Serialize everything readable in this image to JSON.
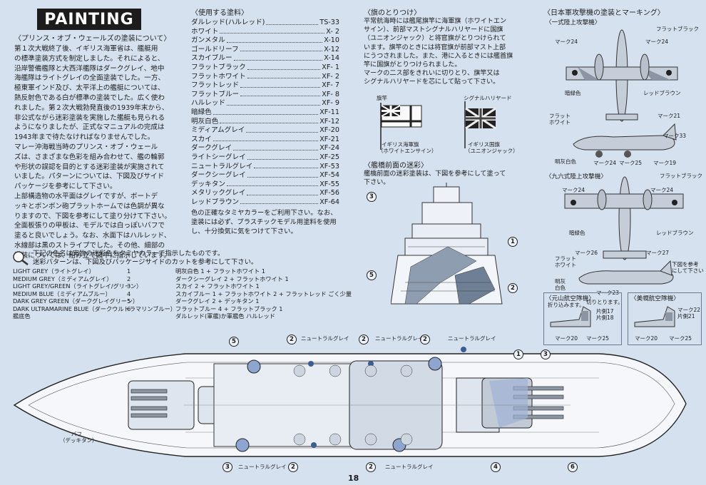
{
  "title": "PAINTING",
  "intro": {
    "heading": "〈プリンス・オブ・ウェールズの塗装について〉",
    "lines": [
      "第１次大戦終了後、イギリス海軍省は、艦艇用",
      "の標準塗装方式を制定しました。それによると、",
      "沿岸警備艦隊と大西洋艦隊はダークグレイ、地中",
      "海艦隊はライトグレイの全面塗装でした。一方、",
      "極東軍インド及び、太平洋上の艦艇については、",
      "熱反射色である白が標準の塗装でした。広く使わ",
      "れました。第２次大戦勃発直後の1939年末から、",
      "非公式ながら迷彩塗装を実施した艦艇も見られる",
      "ようになりましたが、正式なマニュアルの完成は",
      "1943年まで待たなければなりませんでした。",
      "マレー沖海戦当時のプリンス・オブ・ウェール",
      "ズは、さまざまな色彩を組み合わせて、艦の輪郭",
      "や形状の誤認を目的とする迷彩塗装が実施されて",
      "いました。パターンについては、下図及びサイド",
      "パッケージを参考にして下さい。",
      "上部構造物の水平面はグレイですが、ボートデ",
      "ッキとボンボン砲プラットホームでは色調が異な",
      "りますので、下図を参考にして塗り分けて下さい。",
      "全面板張りの甲板は、モデルでは白っぽいバフで",
      "塗ると良いでしょう。なお、水面下はハルレッド、",
      "水線部は黒のストライプでした。その他、細部の",
      "塗装については、組み立て図中に指示しています。"
    ]
  },
  "paints": {
    "heading": "〈使用する塗料〉",
    "items": [
      {
        "name": "ダルレッド(ハルレッド)",
        "code": "TS-33"
      },
      {
        "name": "ホワイト",
        "code": "X- 2"
      },
      {
        "name": "ガンメタル",
        "code": "X-10"
      },
      {
        "name": "ゴールドリーフ",
        "code": "X-12"
      },
      {
        "name": "スカイブルー",
        "code": "X-14"
      },
      {
        "name": "フラットブラック",
        "code": "XF- 1"
      },
      {
        "name": "フラットホワイト",
        "code": "XF- 2"
      },
      {
        "name": "フラットレッド",
        "code": "XF- 7"
      },
      {
        "name": "フラットブルー",
        "code": "XF- 8"
      },
      {
        "name": "ハルレッド",
        "code": "XF- 9"
      },
      {
        "name": "暗緑色",
        "code": "XF-11"
      },
      {
        "name": "明灰白色",
        "code": "XF-12"
      },
      {
        "name": "ミディアムグレイ",
        "code": "XF-20"
      },
      {
        "name": "スカイ",
        "code": "XF-21"
      },
      {
        "name": "ダークグレイ",
        "code": "XF-24"
      },
      {
        "name": "ライトシーグレイ",
        "code": "XF-25"
      },
      {
        "name": "ニュートラルグレイ",
        "code": "XF-53"
      },
      {
        "name": "ダークシーグレイ",
        "code": "XF-54"
      },
      {
        "name": "デッキタン",
        "code": "XF-55"
      },
      {
        "name": "メタリックグレイ",
        "code": "XF-56"
      },
      {
        "name": "レッドブラウン",
        "code": "XF-64"
      }
    ],
    "note": [
      "色の正確なタミヤカラーをご利用下さい。なお、",
      "塗装には必ず、プラスチックモデル用塗料を使用",
      "し、十分換気に気をつけて下さい。"
    ]
  },
  "flags": {
    "heading": "〈旗のとりつけ〉",
    "lines": [
      "平常航海時には艦尾旗竿に海軍旗（ホワイトエン",
      "サイン）、前部マストシグナルハリヤードに国旗",
      "（ユニオンジャック）と将官旗がとりつけられて",
      "います。旗竿のときには将官旗が前部マスト上部",
      "にうつされました。また、港に入るときには艦首旗",
      "竿に国旗がとりつけられました。",
      "マークの二ス部をきれいに切りとり、旗竿又は",
      "シグナルハリヤードを芯にして貼って下さい。"
    ],
    "label_pole": "旗竿",
    "label_halyard": "シグナルハリヤード",
    "navy_flag": [
      "イギリス海軍旗",
      "（ホワイトエンサイン）"
    ],
    "union_flag": [
      "イギリス国旗",
      "（ユニオンジャック）"
    ]
  },
  "bridge": {
    "heading": "〈艦橋前面の迷彩〉",
    "lines": [
      "艦橋前面の迷彩塗装は、下図を参考にして塗って",
      "下さい。"
    ]
  },
  "colors_intro": [
    "下記の色名は実物の迷彩色をタミヤカラーで指示したものです。",
    "迷彩パターンは、下図及びパッケージサイドのカットを参考にして下さい。"
  ],
  "colors": [
    {
      "name": "LIGHT GREY（ライトグレイ）",
      "num": "1",
      "mix": "明灰白色 1 + フラットホワイト 1"
    },
    {
      "name": "MEDIUM GREY（ミディアムグレイ）",
      "num": "2",
      "mix": "ダークシーグレイ 2 + フラットホワイト 1"
    },
    {
      "name": "LIGHT GREY/GREEN（ライトグレイ/グリーン）",
      "num": "3",
      "mix": "スカイ 2 + フラットホワイト 1"
    },
    {
      "name": "MEDIUM BLUE（ミディアムブルー）",
      "num": "4",
      "mix": "スカイブルー 1 + フラットホワイト 2 + フラットレッド ごく少量"
    },
    {
      "name": "DARK GREY GREEN（ダークグレイグリーン）",
      "num": "5",
      "mix": "ダークグレイ 2 + デッキタン 1"
    },
    {
      "name": "DARK ULTRAMARINE BLUE（ダークウルトラマリンブルー）",
      "num": "6",
      "mix": "フラットブルー 4 + フラットブラック 1"
    },
    {
      "name": "艦底色",
      "num": "",
      "mix": "ダルレッド(軍艦)か軍艦色 ハルレッド"
    }
  ],
  "aircraft": {
    "heading": "〈日本軍攻撃機の塗装とマーキング〉",
    "type1": "〈一式陸上攻撃機〉",
    "type96": "〈九六式陸上攻撃機〉",
    "genzan": "〈元山航空隊機〉",
    "mihoro": "〈美幌航空隊機〉",
    "labels": {
      "flat_black": "フラットブラック",
      "mark24": "マーク24",
      "mark21": "マーク21",
      "mark33": "マーク33",
      "mark25": "マーク25",
      "mark26": "マーク26",
      "mark27": "マーク27",
      "mark23": "マーク23",
      "mark20": "マーク20",
      "mark19": "マーク19",
      "mark22": "マーク22",
      "dark_green": "暗緑色",
      "red_brown": "レッドブラウン",
      "flat_white": "フラットホワイト",
      "light_gray": "明灰白色",
      "cut_note": "切りとります。",
      "cut_note2": "折り込みます。",
      "ref_note": "下図を参考にして下さい。",
      "tail17": "片側17",
      "tail18": "片側18",
      "tail21": "片側21",
      "tail22": "マーク22"
    }
  },
  "ship_labels": {
    "neutral_gray": "ニュートラルグレイ",
    "buff": "バフ",
    "deck_tan": "（デッキタン）"
  },
  "page_number": "18"
}
